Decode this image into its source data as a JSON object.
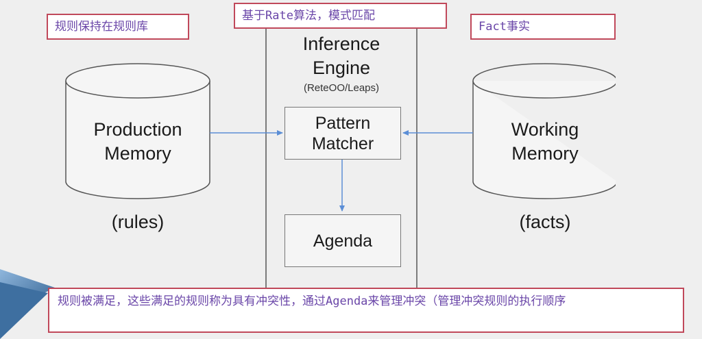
{
  "notes": {
    "rules_library": "规则保持在规则库",
    "rete_algorithm": "基于Rate算法，模式匹配",
    "fact": "Fact事实",
    "agenda_explanation": "规则被满足，这些满足的规则称为具有冲突性，通过Agenda来管理冲突（管理冲突规则的执行顺序"
  },
  "engine": {
    "title_line1": "Inference",
    "title_line2": "Engine",
    "subtitle": "(ReteOO/Leaps)"
  },
  "production_memory": {
    "line1": "Production",
    "line2": "Memory",
    "caption": "(rules)"
  },
  "working_memory": {
    "line1": "Working",
    "line2": "Memory",
    "caption": "(facts)"
  },
  "pattern_matcher": {
    "line1": "Pattern",
    "line2": "Matcher"
  },
  "agenda": {
    "label": "Agenda"
  },
  "colors": {
    "note_border": "#c0485a",
    "note_text": "#6a46a8",
    "arrow": "#5b8ed6",
    "slide_accent": "#3e6fa0"
  }
}
